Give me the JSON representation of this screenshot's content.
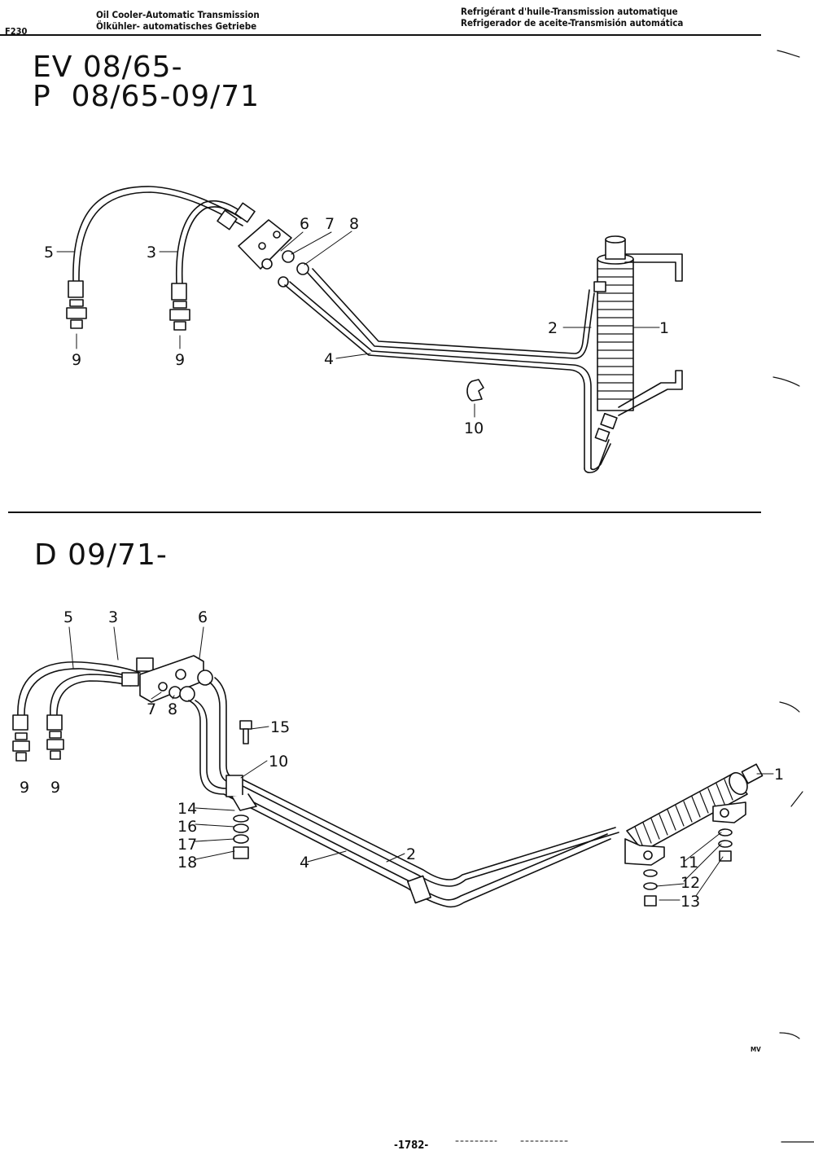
{
  "header": {
    "sheet_code": "F230",
    "title_en": "Oil Cooler-Automatic Transmission",
    "title_de": "Ölkühler- automatisches Getriebe",
    "title_fr": "Refrigérant d'huile-Transmission automatique",
    "title_es": "Refrigerador de aceite-Transmisión automática"
  },
  "section1": {
    "line1": "EV 08/65-",
    "line2": "P  08/65-09/71",
    "callouts": [
      "5",
      "3",
      "6",
      "7",
      "8",
      "2",
      "1",
      "4",
      "9",
      "9",
      "10"
    ]
  },
  "section2": {
    "heading": "D 09/71-",
    "callouts": [
      "5",
      "3",
      "6",
      "7",
      "8",
      "15",
      "10",
      "1",
      "9",
      "9",
      "14",
      "16",
      "17",
      "18",
      "4",
      "2",
      "11",
      "12",
      "13"
    ]
  },
  "footer": {
    "page_number": "-1782-",
    "initials": "MV"
  },
  "colors": {
    "ink": "#111111",
    "paper": "#ffffff"
  }
}
